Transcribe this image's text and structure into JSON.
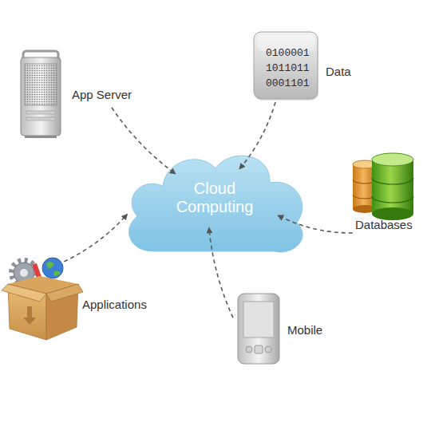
{
  "diagram": {
    "nodes": [
      {
        "text": [
          "App Server"
        ]
      },
      {
        "text": [
          "0100001 1011011 0001101",
          "Data"
        ]
      },
      {
        "text": [
          "Cloud Computing"
        ]
      },
      {
        "text": [
          "Databases"
        ]
      },
      {
        "text": [
          "Applications"
        ]
      },
      {
        "text": [
          "Mobile"
        ]
      }
    ],
    "edges": [
      {
        "from": 0,
        "to": 2,
        "arrow": "to"
      },
      {
        "from": 1,
        "to": 2,
        "arrow": "to"
      },
      {
        "from": 3,
        "to": 2,
        "arrow": "to"
      },
      {
        "from": 4,
        "to": 2,
        "arrow": "to"
      },
      {
        "from": 5,
        "to": 2,
        "arrow": "to"
      }
    ]
  }
}
